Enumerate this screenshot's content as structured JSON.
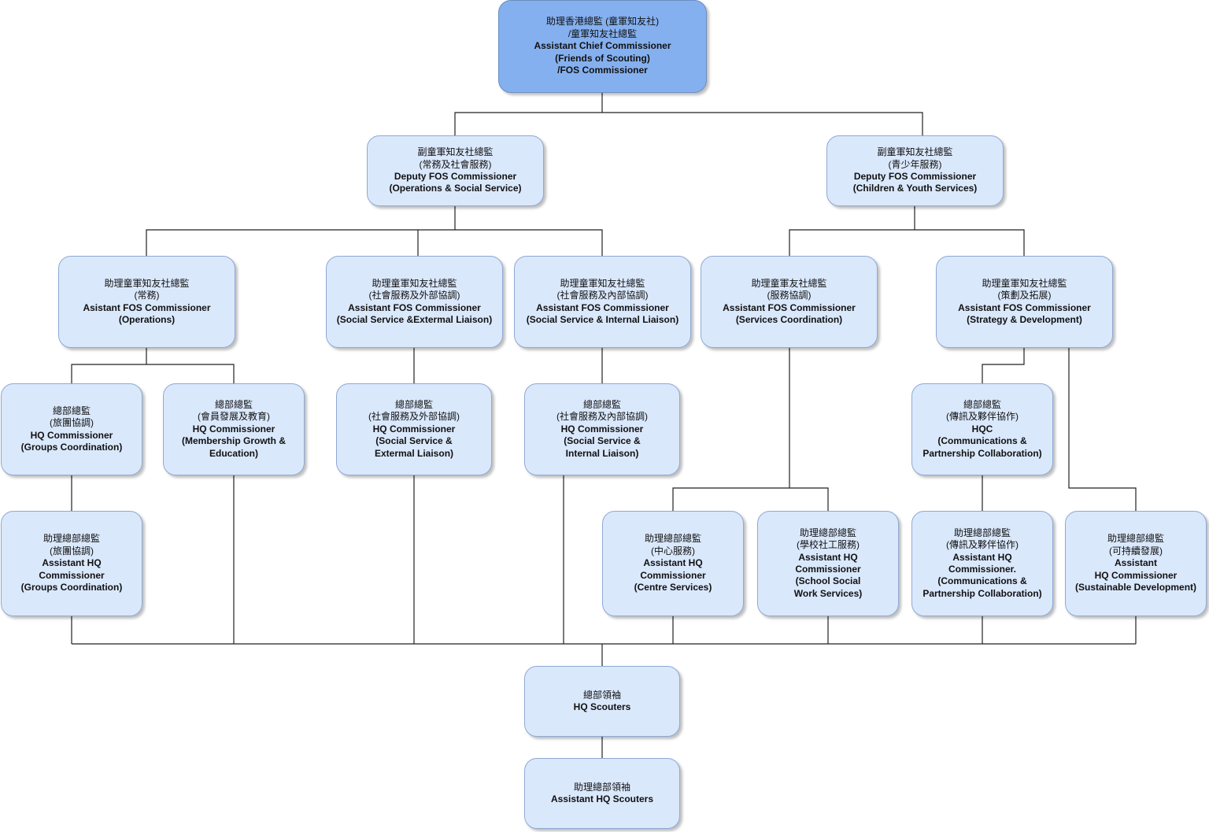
{
  "title": "Friends of Scouting organisation chart",
  "colors": {
    "root_fill": "#85b0ef",
    "node_fill": "#dae8fc",
    "border": "#8fa9d4",
    "line": "#222222"
  },
  "nodes": {
    "root": {
      "zh": [
        "助理香港總監 (童軍知友社)",
        "/童軍知友社總監"
      ],
      "en": [
        "Assistant Chief Commissioner",
        "(Friends of Scouting)",
        "/FOS Commissioner"
      ]
    },
    "d1": {
      "zh": [
        "副童軍知友社總監",
        "(常務及社會服務)"
      ],
      "en": [
        "Deputy FOS Commissioner",
        "(Operations & Social Service)"
      ]
    },
    "d2": {
      "zh": [
        "副童軍知友社總監",
        "(青少年服務)"
      ],
      "en": [
        "Deputy FOS Commissioner",
        "(Children & Youth Services)"
      ]
    },
    "a1": {
      "zh": [
        "助理童軍知友社總監",
        "(常務)"
      ],
      "en": [
        "Asistant FOS Commissioner",
        "(Operations)"
      ]
    },
    "a2": {
      "zh": [
        "助理童軍知友社總監",
        "(社會服務及外部協調)"
      ],
      "en": [
        "Assistant FOS Commissioner",
        "(Social Service &Extermal Liaison)"
      ]
    },
    "a3": {
      "zh": [
        "助理童軍知友社總監",
        "(社會服務及內部協調)"
      ],
      "en": [
        "Assistant FOS Commissioner",
        "(Social Service & Internal Liaison)"
      ]
    },
    "a4": {
      "zh": [
        "助理童軍友社總監",
        "(服務協調)"
      ],
      "en": [
        "Assistant FOS Commissioner",
        "(Services Coordination)"
      ]
    },
    "a5": {
      "zh": [
        "助理童軍知友社總監",
        "(策劃及拓展)"
      ],
      "en": [
        "Assistant FOS Commissioner",
        "(Strategy & Development)"
      ]
    },
    "h1": {
      "zh": [
        "總部總監",
        "(旅團協調)"
      ],
      "en": [
        "HQ Commissioner",
        "(Groups Coordination)"
      ]
    },
    "h2": {
      "zh": [
        "總部總監",
        "(會員發展及教育)"
      ],
      "en": [
        "HQ Commissioner",
        "(Membership Growth &",
        "Education)"
      ]
    },
    "h3": {
      "zh": [
        "總部總監",
        "(社會服務及外部協調)"
      ],
      "en": [
        "HQ Commissioner",
        "(Social Service &",
        "Extermal Liaison)"
      ]
    },
    "h4": {
      "zh": [
        "總部總監",
        "(社會服務及內部協調)"
      ],
      "en": [
        "HQ Commissioner",
        "(Social Service &",
        "Internal Liaison)"
      ]
    },
    "h5": {
      "zh": [
        "總部總監",
        "(傳訊及夥伴協作)"
      ],
      "en": [
        "HQC",
        "(Communications &",
        "Partnership Collaboration)"
      ]
    },
    "s1": {
      "zh": [
        "助理總部總監",
        "(旅團協調)"
      ],
      "en": [
        "Assistant HQ",
        "Commissioner",
        "(Groups Coordination)"
      ]
    },
    "s2": {
      "zh": [
        "助理總部總監",
        "(中心服務)"
      ],
      "en": [
        "Assistant HQ",
        "Commissioner",
        "(Centre Services)"
      ]
    },
    "s3": {
      "zh": [
        "助理總部總監",
        "(學校社工服務)"
      ],
      "en": [
        "Assistant HQ",
        "Commissioner",
        "(School Social",
        "Work Services)"
      ]
    },
    "s4": {
      "zh": [
        "助理總部總監",
        "(傳訊及夥伴協作)"
      ],
      "en": [
        "Assistant HQ",
        "Commissioner.",
        "(Communications &",
        "Partnership Collaboration)"
      ]
    },
    "s5": {
      "zh": [
        "助理總部總監",
        "(可持續發展)"
      ],
      "en": [
        "Assistant",
        "HQ Commissioner",
        "(Sustainable Development)"
      ]
    },
    "hq": {
      "zh": [
        "總部領袖"
      ],
      "en": [
        "HQ Scouters"
      ]
    },
    "ahq": {
      "zh": [
        "助理總部領袖"
      ],
      "en": [
        "Assistant HQ Scouters"
      ]
    }
  }
}
